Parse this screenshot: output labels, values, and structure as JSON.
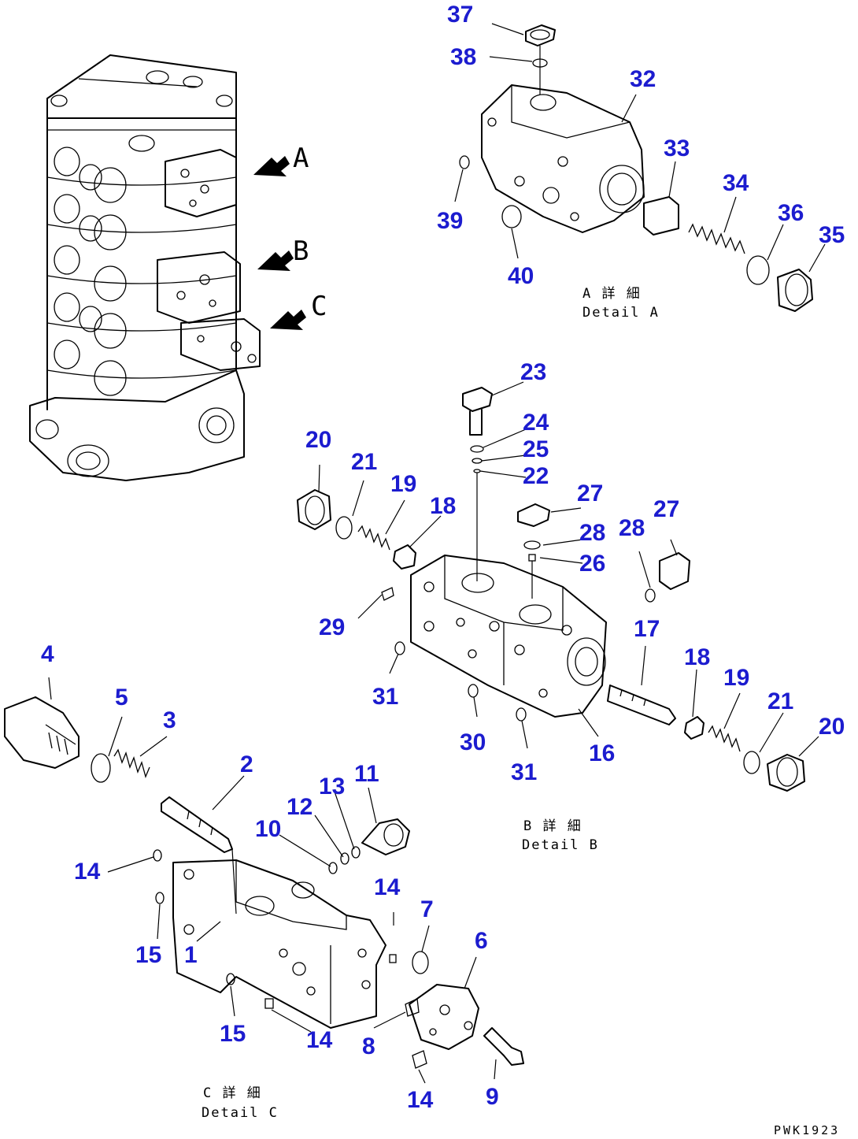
{
  "callouts": [
    {
      "letter": "A"
    },
    {
      "letter": "B"
    },
    {
      "letter": "C"
    }
  ],
  "details": {
    "a": {
      "title_jp": "A 詳 細",
      "title_en": "Detail A"
    },
    "b": {
      "title_jp": "B 詳 細",
      "title_en": "Detail B"
    },
    "c": {
      "title_jp": "C 詳 細",
      "title_en": "Detail C"
    }
  },
  "drawing_code": "PWK1923",
  "part_numbers": [
    "37",
    "38",
    "32",
    "33",
    "34",
    "36",
    "35",
    "39",
    "40",
    "23",
    "24",
    "25",
    "22",
    "20",
    "21",
    "19",
    "18",
    "27",
    "28",
    "26",
    "28",
    "27",
    "29",
    "17",
    "31",
    "18",
    "19",
    "21",
    "20",
    "30",
    "31",
    "16",
    "4",
    "5",
    "3",
    "2",
    "13",
    "11",
    "12",
    "10",
    "14",
    "14",
    "7",
    "6",
    "15",
    "1",
    "15",
    "14",
    "8",
    "14",
    "9"
  ]
}
